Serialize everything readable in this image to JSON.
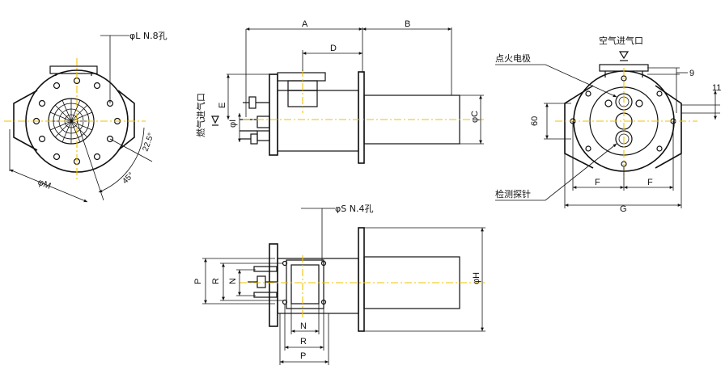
{
  "dimensions": {
    "A": "A",
    "B": "B",
    "C": "φC",
    "D": "D",
    "E": "E",
    "F": "F",
    "G": "G",
    "H": "φH",
    "I": "φI",
    "L_holes": "φL N.8孔",
    "M": "φM",
    "N": "N",
    "P": "P",
    "R": "R",
    "S_holes": "φS N.4孔",
    "nine": "9",
    "eleven": "11",
    "sixty": "60"
  },
  "angles": {
    "a1": "22.5°",
    "a2": "45°"
  },
  "labels": {
    "air_inlet": "空气进气口",
    "fuel_inlet": "燃气进气口",
    "ignition": "点火电极",
    "probe": "检测探针"
  },
  "colors": {
    "centerline": "#f2c200",
    "line": "#111111"
  }
}
